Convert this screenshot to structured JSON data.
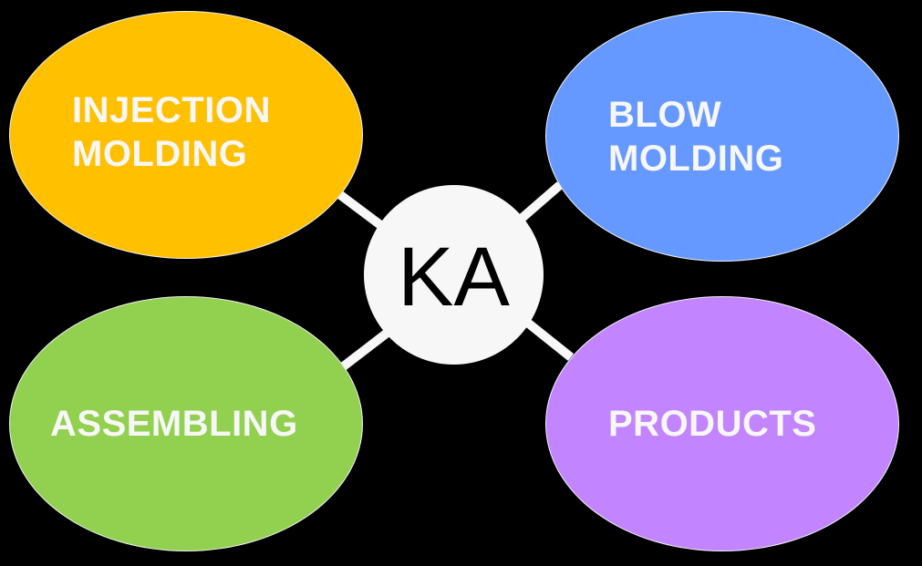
{
  "diagram": {
    "center": {
      "label": "KA",
      "color": "#f7f7f7"
    },
    "nodes": [
      {
        "id": "injection",
        "lines": [
          "INJECTION",
          "MOLDING"
        ],
        "color": "#ffc000"
      },
      {
        "id": "blow",
        "lines": [
          "BLOW",
          "MOLDING"
        ],
        "color": "#6699ff"
      },
      {
        "id": "assembling",
        "lines": [
          "ASSEMBLING"
        ],
        "color": "#92d050"
      },
      {
        "id": "products",
        "lines": [
          "PRODUCTS"
        ],
        "color": "#c285ff"
      }
    ],
    "connector_color": "#f7f7f7",
    "background_color": "#000000"
  }
}
